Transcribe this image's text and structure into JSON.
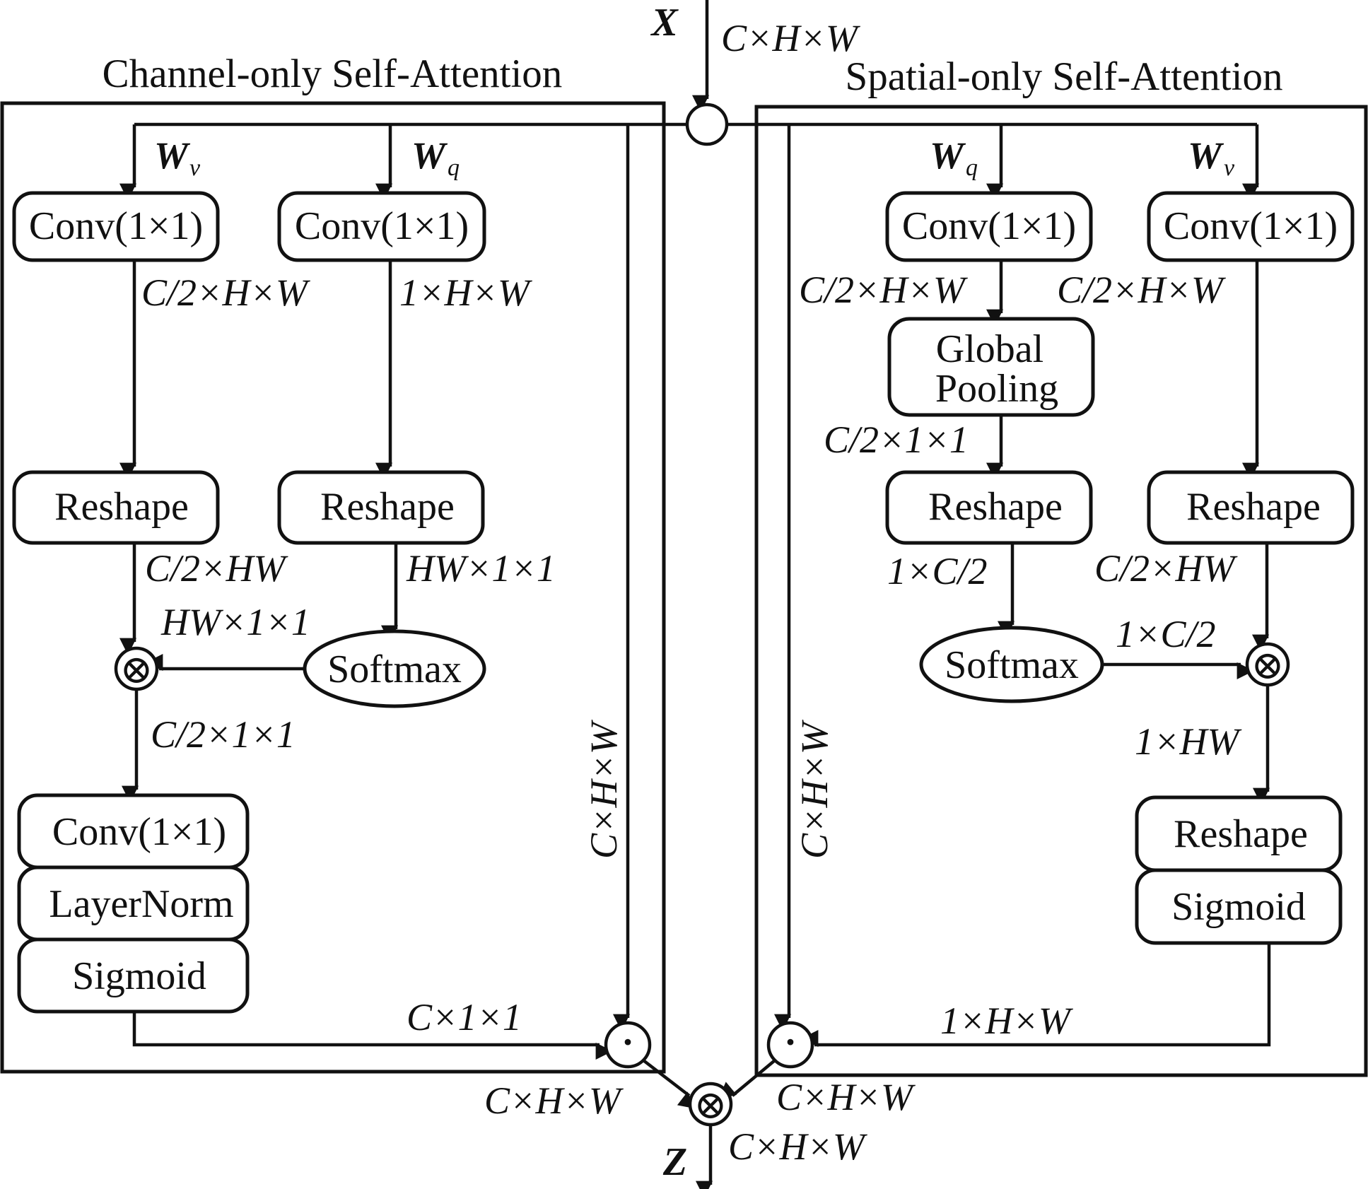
{
  "titles": {
    "channel": "Channel-only Self-Attention",
    "spatial": "Spatial-only Self-Attention"
  },
  "io": {
    "input": "X",
    "output": "Z",
    "input_dim": "C×H×W",
    "output_dim": "C×H×W"
  },
  "weights": {
    "left_v": "W",
    "left_v_sub": "v",
    "left_q": "W",
    "left_q_sub": "q",
    "right_q": "W",
    "right_q_sub": "q",
    "right_v": "W",
    "right_v_sub": "v"
  },
  "blocks": {
    "conv": "Conv(1×1)",
    "reshape": "Reshape",
    "softmax": "Softmax",
    "global_pooling_line1": "Global",
    "global_pooling_line2": "Pooling",
    "layernorm": "LayerNorm",
    "sigmoid": "Sigmoid"
  },
  "operators": {
    "join": "",
    "mult": "⊗",
    "hadamard": "·"
  },
  "dims": {
    "l_conv_v": "C/2×H×W",
    "l_conv_q": "1×H×W",
    "l_reshape_v": "C/2×HW",
    "l_reshape_q": "HW×1×1",
    "l_softmax_out": "HW×1×1",
    "l_mult_out": "C/2×1×1",
    "l_skip": "C×H×W",
    "l_sigmoid_out": "C×1×1",
    "l_out": "C×H×W",
    "r_conv_q": "C/2×H×W",
    "r_conv_v": "C/2×H×W",
    "r_pool_out": "C/2×1×1",
    "r_reshape_q": "1×C/2",
    "r_reshape_v": "C/2×HW",
    "r_softmax_out": "1×C/2",
    "r_mult_out": "1×HW",
    "r_skip": "C×H×W",
    "r_sigmoid_out": "1×H×W",
    "r_out": "C×H×W"
  }
}
